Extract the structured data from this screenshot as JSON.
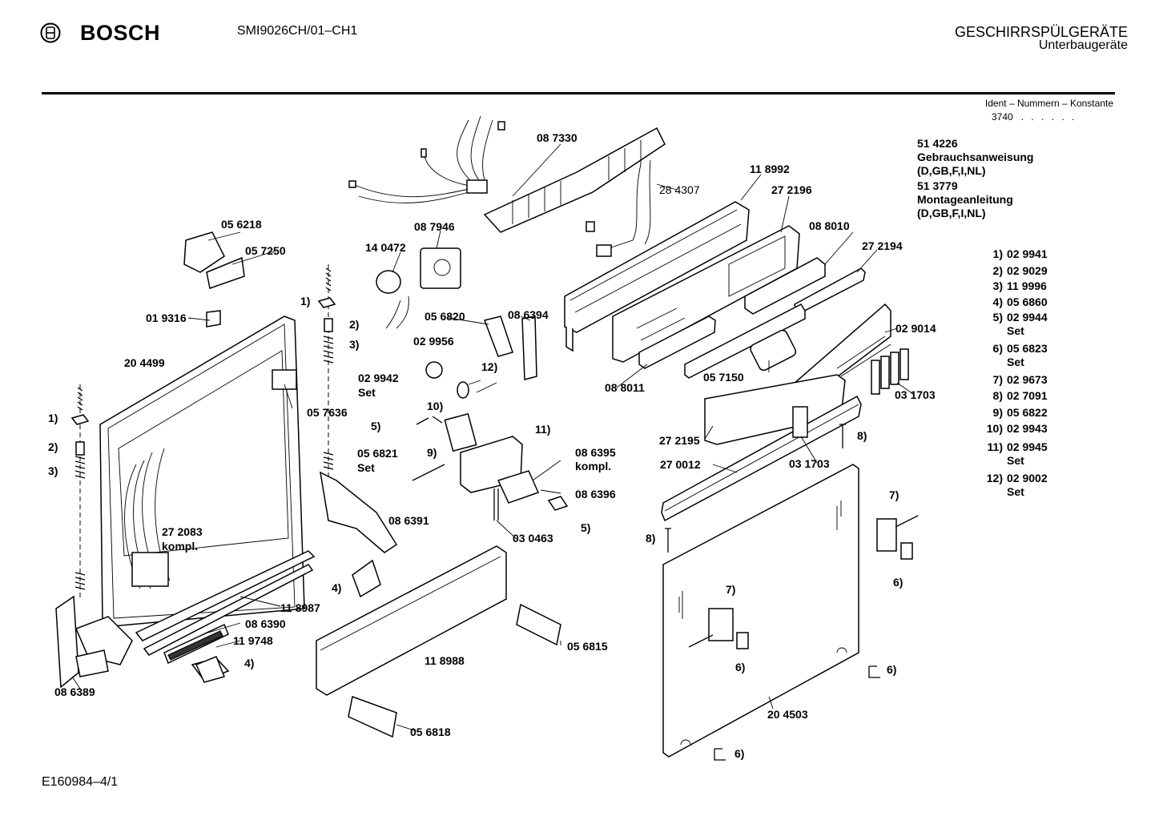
{
  "header": {
    "brand": "BOSCH",
    "model": "SMI9026CH/01–CH1",
    "category": "GESCHIRRSPÜLGERÄTE",
    "subcategory": "Unterbaugeräte",
    "ident_label": "Ident – Nummern – Konstante",
    "ident_value": "3740",
    "ident_dots": ". . . . . ."
  },
  "documents": [
    {
      "number": "51 4226",
      "title": "Gebrauchsanweisung",
      "langs": "(D,GB,F,I,NL)"
    },
    {
      "number": "51 3779",
      "title": "Montageanleitung",
      "langs": "(D,GB,F,I,NL)"
    }
  ],
  "legend": [
    {
      "num": "1)",
      "part": "02 9941"
    },
    {
      "num": "2)",
      "part": "02 9029"
    },
    {
      "num": "3)",
      "part": "11 9996"
    },
    {
      "num": "4)",
      "part": "05 6860"
    },
    {
      "num": "5)",
      "part": "02 9944",
      "note": "Set"
    },
    {
      "num": "6)",
      "part": "05 6823",
      "note": "Set"
    },
    {
      "num": "7)",
      "part": "02 9673"
    },
    {
      "num": "8)",
      "part": "02 7091"
    },
    {
      "num": "9)",
      "part": "05 6822"
    },
    {
      "num": "10)",
      "part": "02 9943"
    },
    {
      "num": "11)",
      "part": "02 9945",
      "note": "Set"
    },
    {
      "num": "12)",
      "part": "02 9002",
      "note": "Set"
    }
  ],
  "parts": {
    "p087330": "08 7330",
    "p284307": "28 4307",
    "p118992": "11 8992",
    "p272196": "27 2196",
    "p088010": "08 8010",
    "p272194": "27 2194",
    "p056218": "05 6218",
    "p057250": "05 7250",
    "p087946": "08 7946",
    "p140472": "14 0472",
    "p019316": "01 9316",
    "p204499": "20 4499",
    "p056820": "05 6820",
    "p086394": "08 6394",
    "p029956": "02 9956",
    "p029942": "02 9942",
    "p029942_set": "Set",
    "p057636": "05 7636",
    "p088011": "08 8011",
    "p057150": "05 7150",
    "p029014": "02 9014",
    "p031703a": "03 1703",
    "p031703b": "03 1703",
    "p272195": "27 2195",
    "p270012": "27 0012",
    "p056821": "05 6821",
    "p056821_set": "Set",
    "p086395": "08 6395",
    "p086395_kompl": "kompl.",
    "p086396": "08 6396",
    "p086391": "08 6391",
    "p030463": "03 0463",
    "p272083": "27 2083",
    "p272083_kompl": "kompl.",
    "p118987": "11 8987",
    "p086390": "08 6390",
    "p119748": "11 9748",
    "p086389": "08 6389",
    "p118988": "11 8988",
    "p056815": "05 6815",
    "p056818": "05 6818",
    "p204503": "20 4503"
  },
  "callouts": {
    "c1a": "1)",
    "c2a": "2)",
    "c3a": "3)",
    "c1b": "1)",
    "c2b": "2)",
    "c3b": "3)",
    "c12": "12)",
    "c5a": "5)",
    "c10": "10)",
    "c9": "9)",
    "c11": "11)",
    "c5b": "5)",
    "c4a": "4)",
    "c4b": "4)",
    "c8a": "8)",
    "c8b": "8)",
    "c7a": "7)",
    "c6a": "6)",
    "c7b": "7)",
    "c6b": "6)",
    "c6c": "6)",
    "c6d": "6)"
  },
  "footer": {
    "code": "E160984–4/1"
  }
}
